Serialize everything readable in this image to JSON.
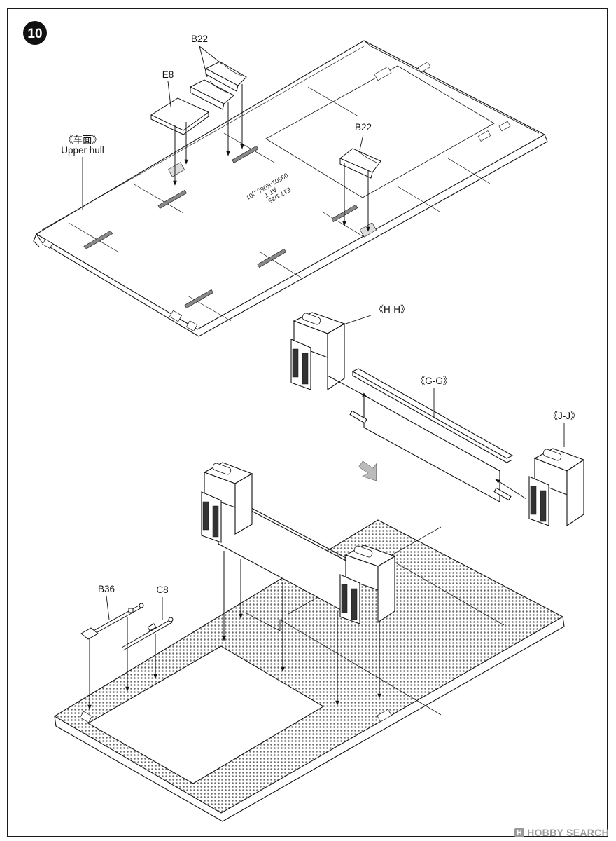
{
  "step": {
    "number": "10"
  },
  "labels": {
    "b22_top": "B22",
    "e8": "E8",
    "b22_mid": "B22",
    "upper_hull_cn": "《车面》",
    "upper_hull_en": "Upper hull",
    "hh": "《H-H》",
    "gg": "《G-G》",
    "jj": "《J-J》",
    "b36": "B36",
    "c8": "C8"
  },
  "part_stamp": [
    "1/35",
    "AT-T",
    "09501-K06(...)01"
  ],
  "stamp_code": "E17",
  "watermark": {
    "badge": "H",
    "text": "HOBBY SEARCH",
    "color": "#9a9a9a"
  }
}
